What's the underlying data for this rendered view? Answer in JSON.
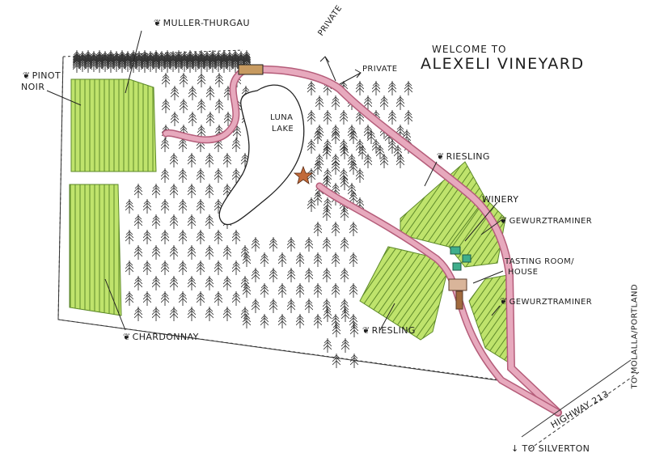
{
  "title": {
    "line1": "WELCOME TO",
    "line2": "ALEXELI VINEYARD"
  },
  "colors": {
    "road": "#e7a9bd",
    "road_edge": "#b55d7a",
    "vine_fill": "#bfe36c",
    "vine_row": "#5e8a2a",
    "lake_fill": "#ffffff",
    "tree": "#3a3a3a",
    "building": "#3fae8c"
  },
  "labels": {
    "muller_thurgau": "MULLER-THURGAU",
    "pinot_noir_1": "PINOT",
    "pinot_noir_2": "NOIR",
    "chardonnay": "CHARDONNAY",
    "luna_1": "LUNA",
    "luna_2": "LAKE",
    "private_1": "PRIVATE",
    "private_2": "PRIVATE",
    "riesling_top": "RIESLING",
    "riesling_bottom": "RIESLING",
    "winery": "WINERY",
    "gewurz_1": "GEWURZTRAMINER",
    "gewurz_2": "GEWURZTRAMINER",
    "tasting_1": "TASTING ROOM/",
    "tasting_2": "HOUSE",
    "highway": "HIGHWAY 213",
    "to_molalla": "TO MOLALLA/PORTLAND",
    "to_silverton": "↓ TO SILVERTON"
  },
  "icons": {
    "grape": "grape-cluster-icon",
    "star": "star-icon"
  }
}
